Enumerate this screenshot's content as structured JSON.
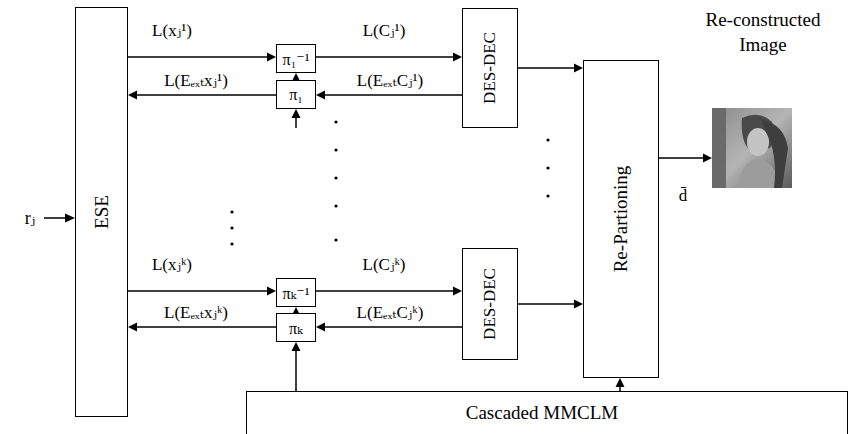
{
  "diagram": {
    "nodes": [
      {
        "text": [
          "ESE"
        ]
      },
      {
        "text": [
          "π₁⁻¹"
        ]
      },
      {
        "text": [
          "π₁"
        ]
      },
      {
        "text": [
          "πₖ⁻¹"
        ]
      },
      {
        "text": [
          "πₖ"
        ]
      },
      {
        "text": [
          "DES-DEC"
        ]
      },
      {
        "text": [
          "DES-DEC"
        ]
      },
      {
        "text": [
          "Re-Partioning"
        ]
      },
      {
        "text": [
          "Re-constructed Image"
        ]
      },
      {
        "text": [
          "Cascaded MMCLM"
        ]
      }
    ],
    "edges": [
      {
        "from": 0,
        "to": 1,
        "arrow": "to",
        "label": "L(xⱼ¹)"
      },
      {
        "from": 1,
        "to": 5,
        "arrow": "to",
        "label": "L(Cⱼ¹)"
      },
      {
        "from": 2,
        "to": 0,
        "arrow": "to",
        "label": "L(Eₑₓₜxⱼ¹)"
      },
      {
        "from": 5,
        "to": 2,
        "arrow": "to",
        "label": "L(EₑₓₜCⱼ¹)"
      },
      {
        "from": 2,
        "to": 1,
        "arrow": "to"
      },
      {
        "from": 0,
        "to": 3,
        "arrow": "to",
        "label": "L(xⱼᵏ)"
      },
      {
        "from": 3,
        "to": 6,
        "arrow": "to",
        "label": "L(Cⱼᵏ)"
      },
      {
        "from": 4,
        "to": 0,
        "arrow": "to",
        "label": "L(Eₑₓₜxⱼᵏ)"
      },
      {
        "from": 6,
        "to": 4,
        "arrow": "to",
        "label": "L(EₑₓₜCⱼᵏ)"
      },
      {
        "from": 4,
        "to": 3,
        "arrow": "to"
      },
      {
        "from": 9,
        "to": 4,
        "arrow": "to"
      },
      {
        "from": 5,
        "to": 7,
        "arrow": "to"
      },
      {
        "from": 6,
        "to": 7,
        "arrow": "to"
      },
      {
        "from": 7,
        "to": 8,
        "arrow": "to",
        "label": "d̄"
      },
      {
        "from": 9,
        "to": 7,
        "arrow": "to"
      }
    ],
    "labels": [
      "rⱼ"
    ]
  }
}
